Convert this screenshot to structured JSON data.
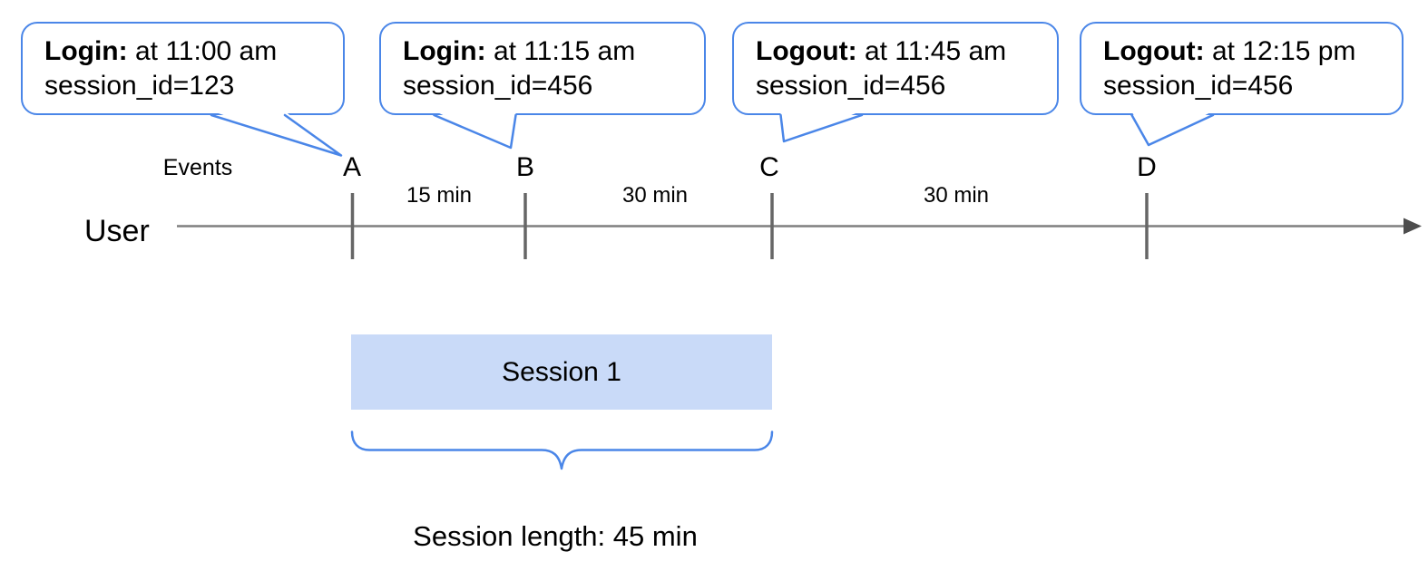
{
  "diagram": {
    "events_axis_label": "Events",
    "actor_label": "User",
    "callouts": [
      {
        "marker": "A",
        "event": "Login:",
        "detail": "at 11:00 am",
        "session": "session_id=123"
      },
      {
        "marker": "B",
        "event": "Login:",
        "detail": "at 11:15 am",
        "session": "session_id=456"
      },
      {
        "marker": "C",
        "event": "Logout:",
        "detail": "at 11:45 am",
        "session": "session_id=456"
      },
      {
        "marker": "D",
        "event": "Logout:",
        "detail": "at 12:15 pm",
        "session": "session_id=456"
      }
    ],
    "intervals": [
      "15 min",
      "30 min",
      "30 min"
    ],
    "session_block": {
      "label": "Session 1"
    },
    "session_length_label": "Session length: 45 min",
    "colors": {
      "callout_border": "#4a86e8",
      "brace": "#4a86e8",
      "session_fill": "#c9daf8",
      "timeline_line": "#7f7f7f",
      "tick": "#666666",
      "arrowhead": "#4d4d4d",
      "text": "#000000"
    }
  }
}
